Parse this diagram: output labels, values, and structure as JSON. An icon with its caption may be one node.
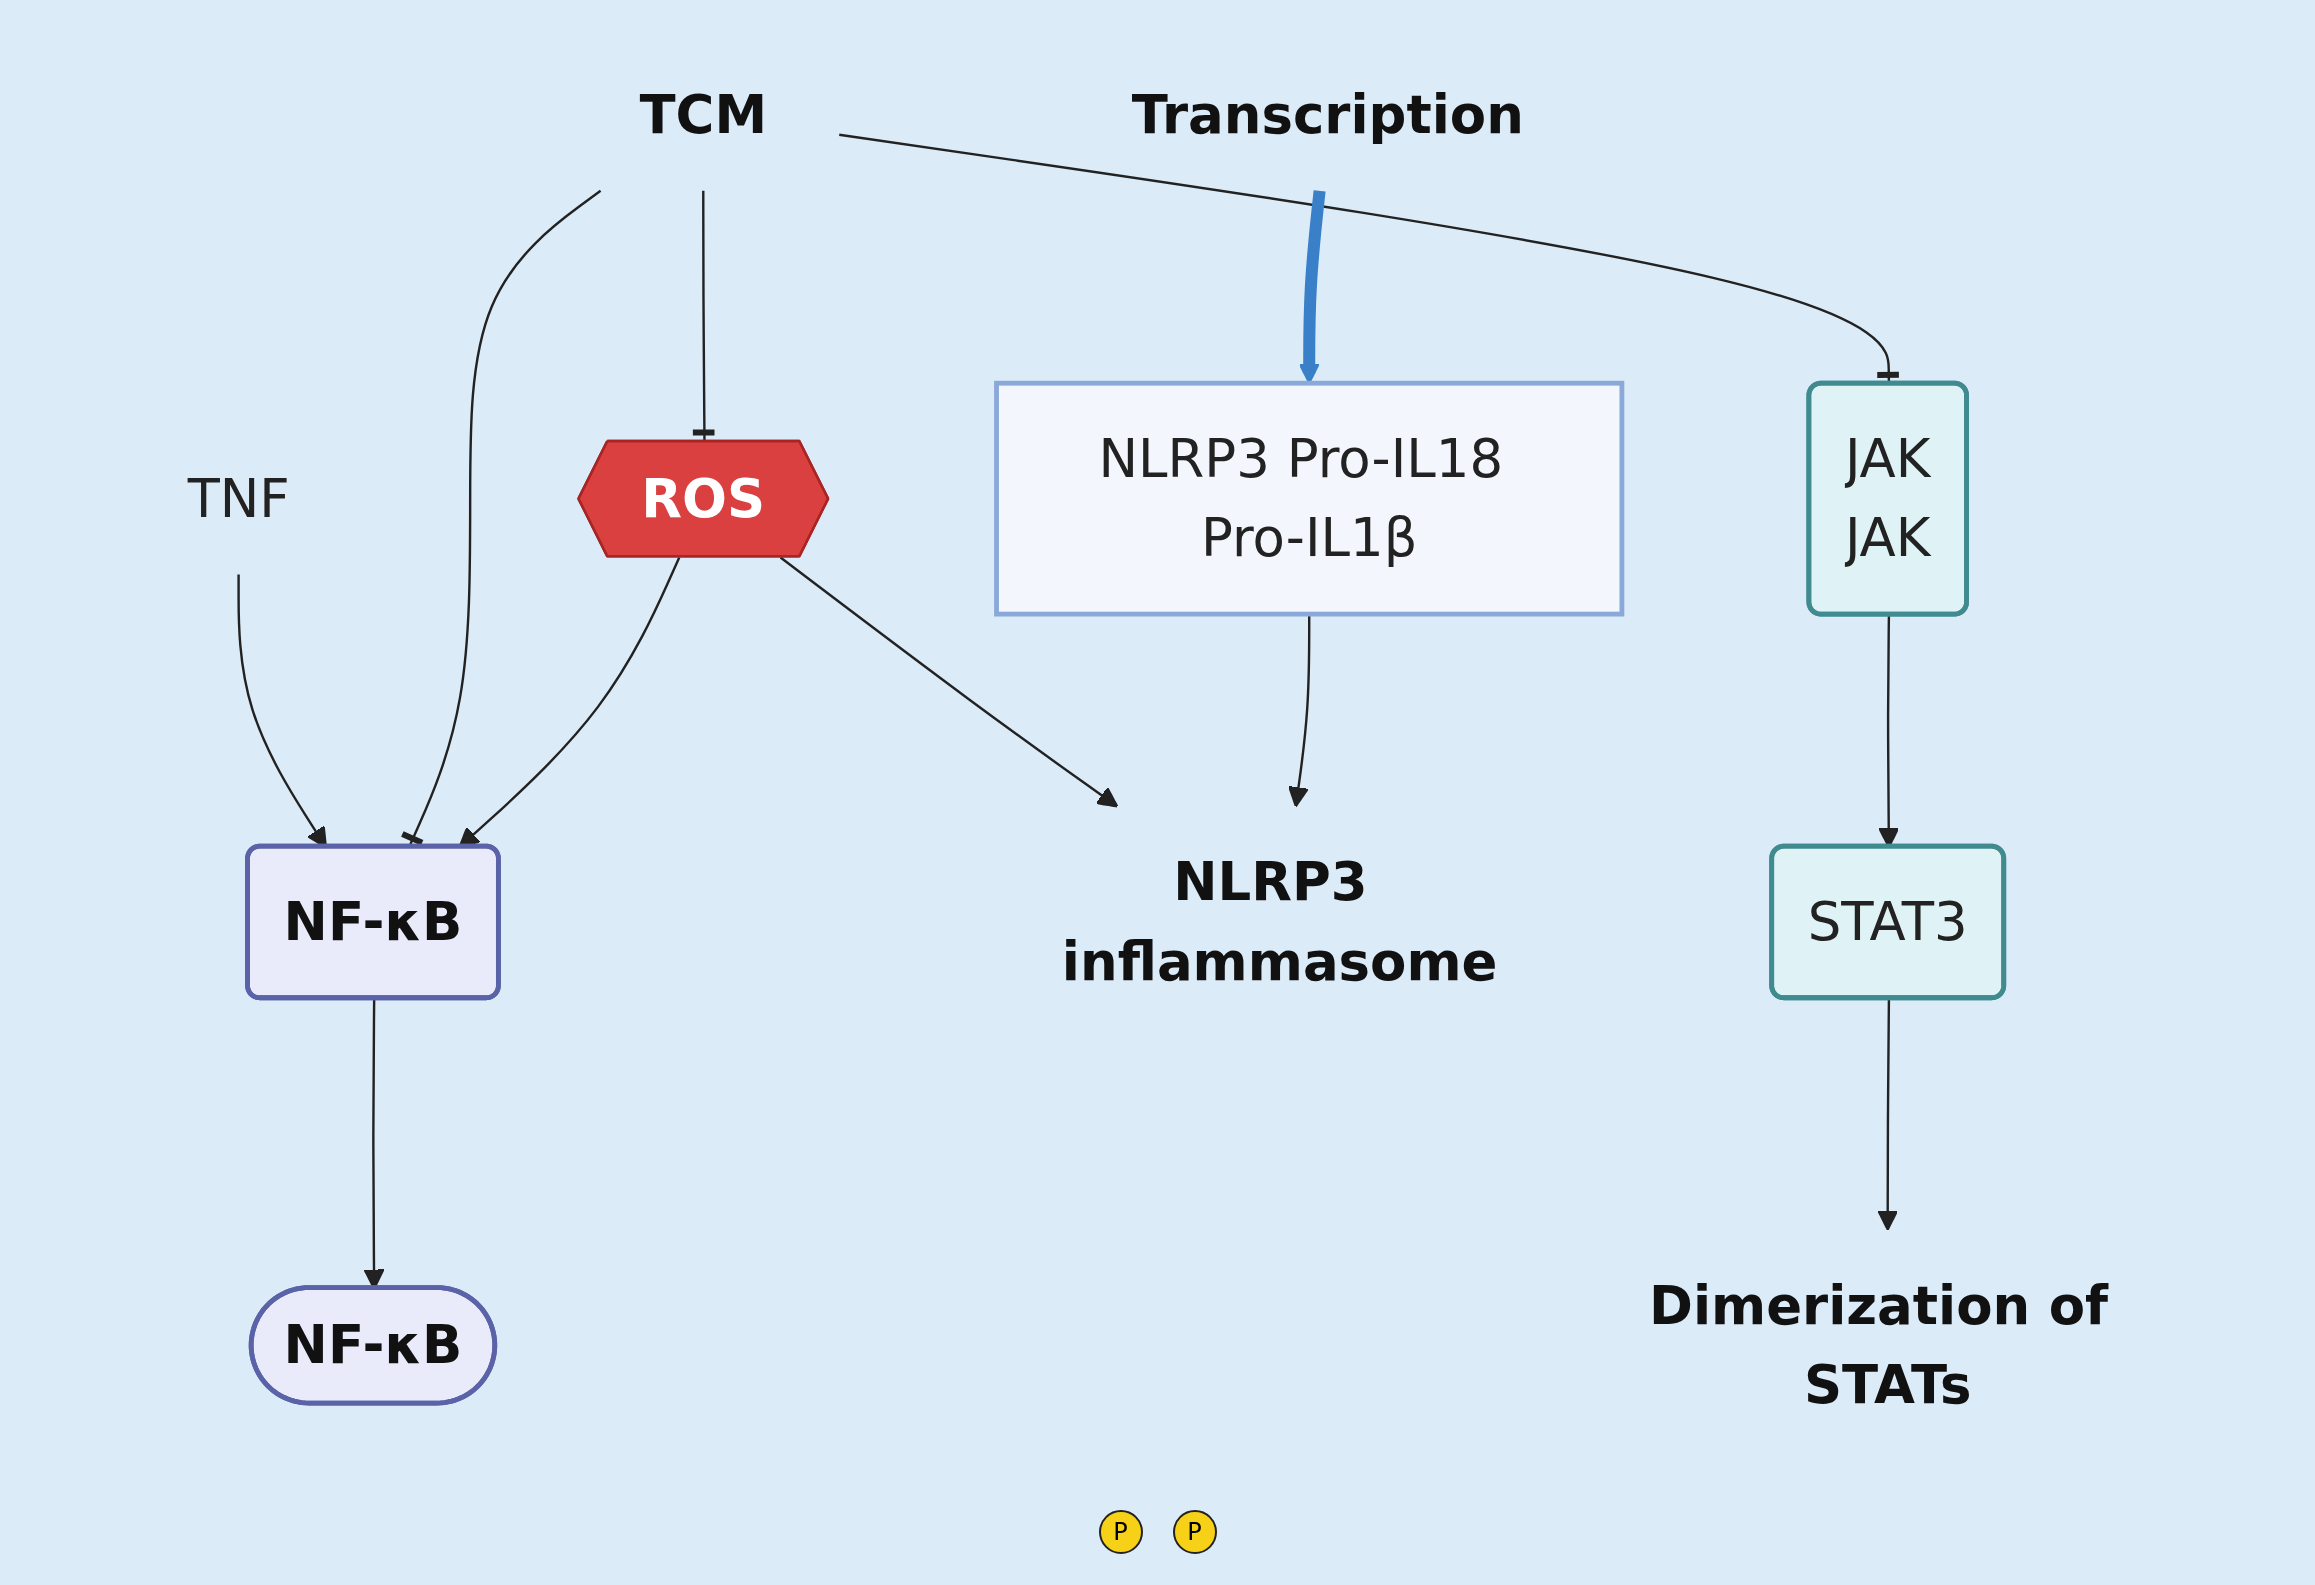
{
  "diagram": {
    "nodes": [
      {
        "text": [
          "TNF"
        ]
      },
      {
        "text": [
          "TCM"
        ]
      },
      {
        "text": [
          "NF-κB"
        ]
      },
      {
        "text": [
          "ROS"
        ]
      },
      {
        "text": [
          "NLRP3 inflammasome"
        ]
      },
      {
        "text": [
          "JAK",
          "JAK"
        ]
      },
      {
        "text": [
          "STAT3"
        ]
      },
      {
        "text": [
          "NF-κB"
        ]
      },
      {
        "text": [
          "Transcription"
        ]
      },
      {
        "text": [
          "NLRP3 Pro-IL18 Pro-IL1β"
        ]
      },
      {
        "text": [
          "Dimerization of STATs"
        ]
      }
    ],
    "edges": [
      {
        "from": 0,
        "to": 2,
        "arrow": "to"
      },
      {
        "from": 1,
        "to": 2,
        "arrow": "other"
      },
      {
        "from": 1,
        "to": 3,
        "arrow": "other"
      },
      {
        "from": 1,
        "to": 5,
        "arrow": "other"
      },
      {
        "from": 3,
        "to": 2,
        "arrow": "to"
      },
      {
        "from": 3,
        "to": 4,
        "arrow": "to"
      },
      {
        "from": 2,
        "to": 7,
        "arrow": "to"
      },
      {
        "from": 8,
        "to": 9,
        "arrow": "to",
        "style": "thick",
        "color": "#3a80c8"
      },
      {
        "from": 9,
        "to": 4,
        "arrow": "to"
      },
      {
        "from": 5,
        "to": 6,
        "arrow": "to"
      },
      {
        "from": 6,
        "to": 10,
        "arrow": "to"
      }
    ],
    "labels": [
      "P",
      "P"
    ]
  }
}
